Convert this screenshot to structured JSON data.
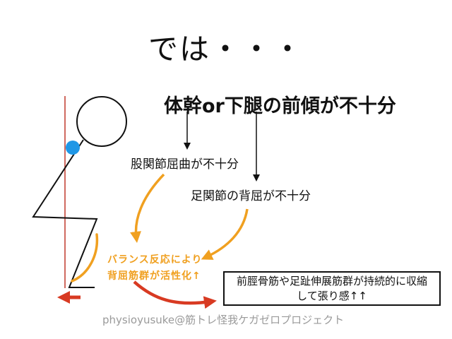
{
  "slide": {
    "title": "では・・・",
    "headline": "体幹or下腿の前傾が不十分",
    "hip_label": "股関節屈曲が不十分",
    "ankle_label": "足関節の背屈が不十分",
    "balance_line1": "バランス反応により",
    "balance_line2": "背屈筋群が活性化↑",
    "result_line1": "前脛骨筋や足趾伸展筋群が持続的に収縮",
    "result_line2": "して張り感↑↑",
    "credit": "physioyusuke@筋トレ怪我ケガゼロプロジェクト"
  },
  "colors": {
    "orange": "#f0a020",
    "red": "#d83a22",
    "blue": "#1f97e6",
    "vertical_line": "#c0392b",
    "black": "#111111",
    "credit_gray": "#9a9a9a"
  }
}
